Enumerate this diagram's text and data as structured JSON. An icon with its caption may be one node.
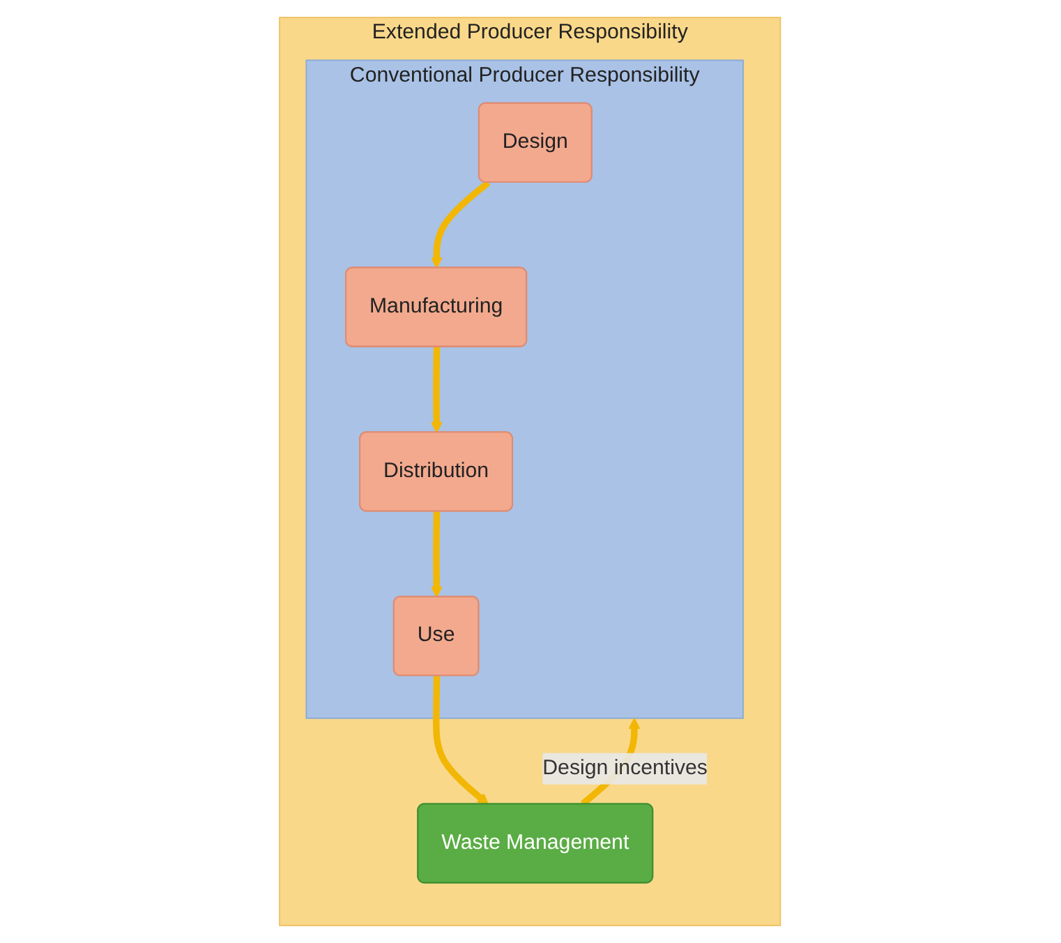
{
  "diagram": {
    "nodes": [
      {
        "text": [
          "Extended Producer Responsibility"
        ]
      },
      {
        "text": [
          "Conventional Producer Responsibility"
        ],
        "in": 0
      },
      {
        "text": [
          "Design"
        ],
        "in": 1
      },
      {
        "text": [
          "Manufacturing"
        ],
        "in": 1
      },
      {
        "text": [
          "Distribution"
        ],
        "in": 1
      },
      {
        "text": [
          "Use"
        ],
        "in": 1
      },
      {
        "text": [
          "Waste Management"
        ],
        "in": 0
      }
    ],
    "edges": [
      {
        "from": 2,
        "to": 3,
        "arrow": "to"
      },
      {
        "from": 3,
        "to": 4,
        "arrow": "to"
      },
      {
        "from": 4,
        "to": 5,
        "arrow": "to"
      },
      {
        "from": 5,
        "to": 6,
        "arrow": "to"
      },
      {
        "from": 6,
        "to": 1,
        "arrow": "to",
        "label": "Design incentives"
      }
    ]
  }
}
